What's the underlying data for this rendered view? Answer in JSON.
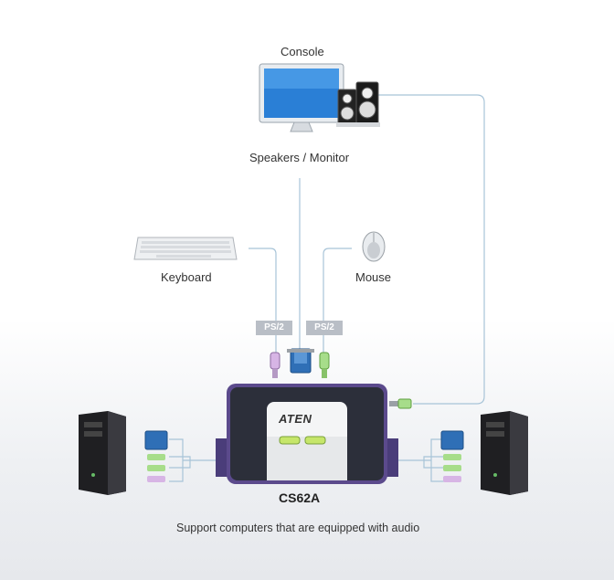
{
  "labels": {
    "console": "Console",
    "speakers_monitor": "Speakers / Monitor",
    "keyboard": "Keyboard",
    "mouse": "Mouse",
    "ps2_left": "PS/2",
    "ps2_right": "PS/2",
    "brand": "ATEN",
    "product": "CS62A",
    "caption": "Support computers that are equipped with audio"
  },
  "colors": {
    "cable": "#a8c4d8",
    "switch_frame": "#5b4a8c",
    "led": "#c6e66a",
    "ps2_tag": "#b9bec6"
  },
  "icons": [
    "monitor-icon",
    "speakers-icon",
    "keyboard-icon",
    "mouse-icon",
    "pc-tower-icon",
    "vga-connector-icon",
    "ps2-connector-icon",
    "audio-jack-icon",
    "kvm-switch-icon"
  ]
}
